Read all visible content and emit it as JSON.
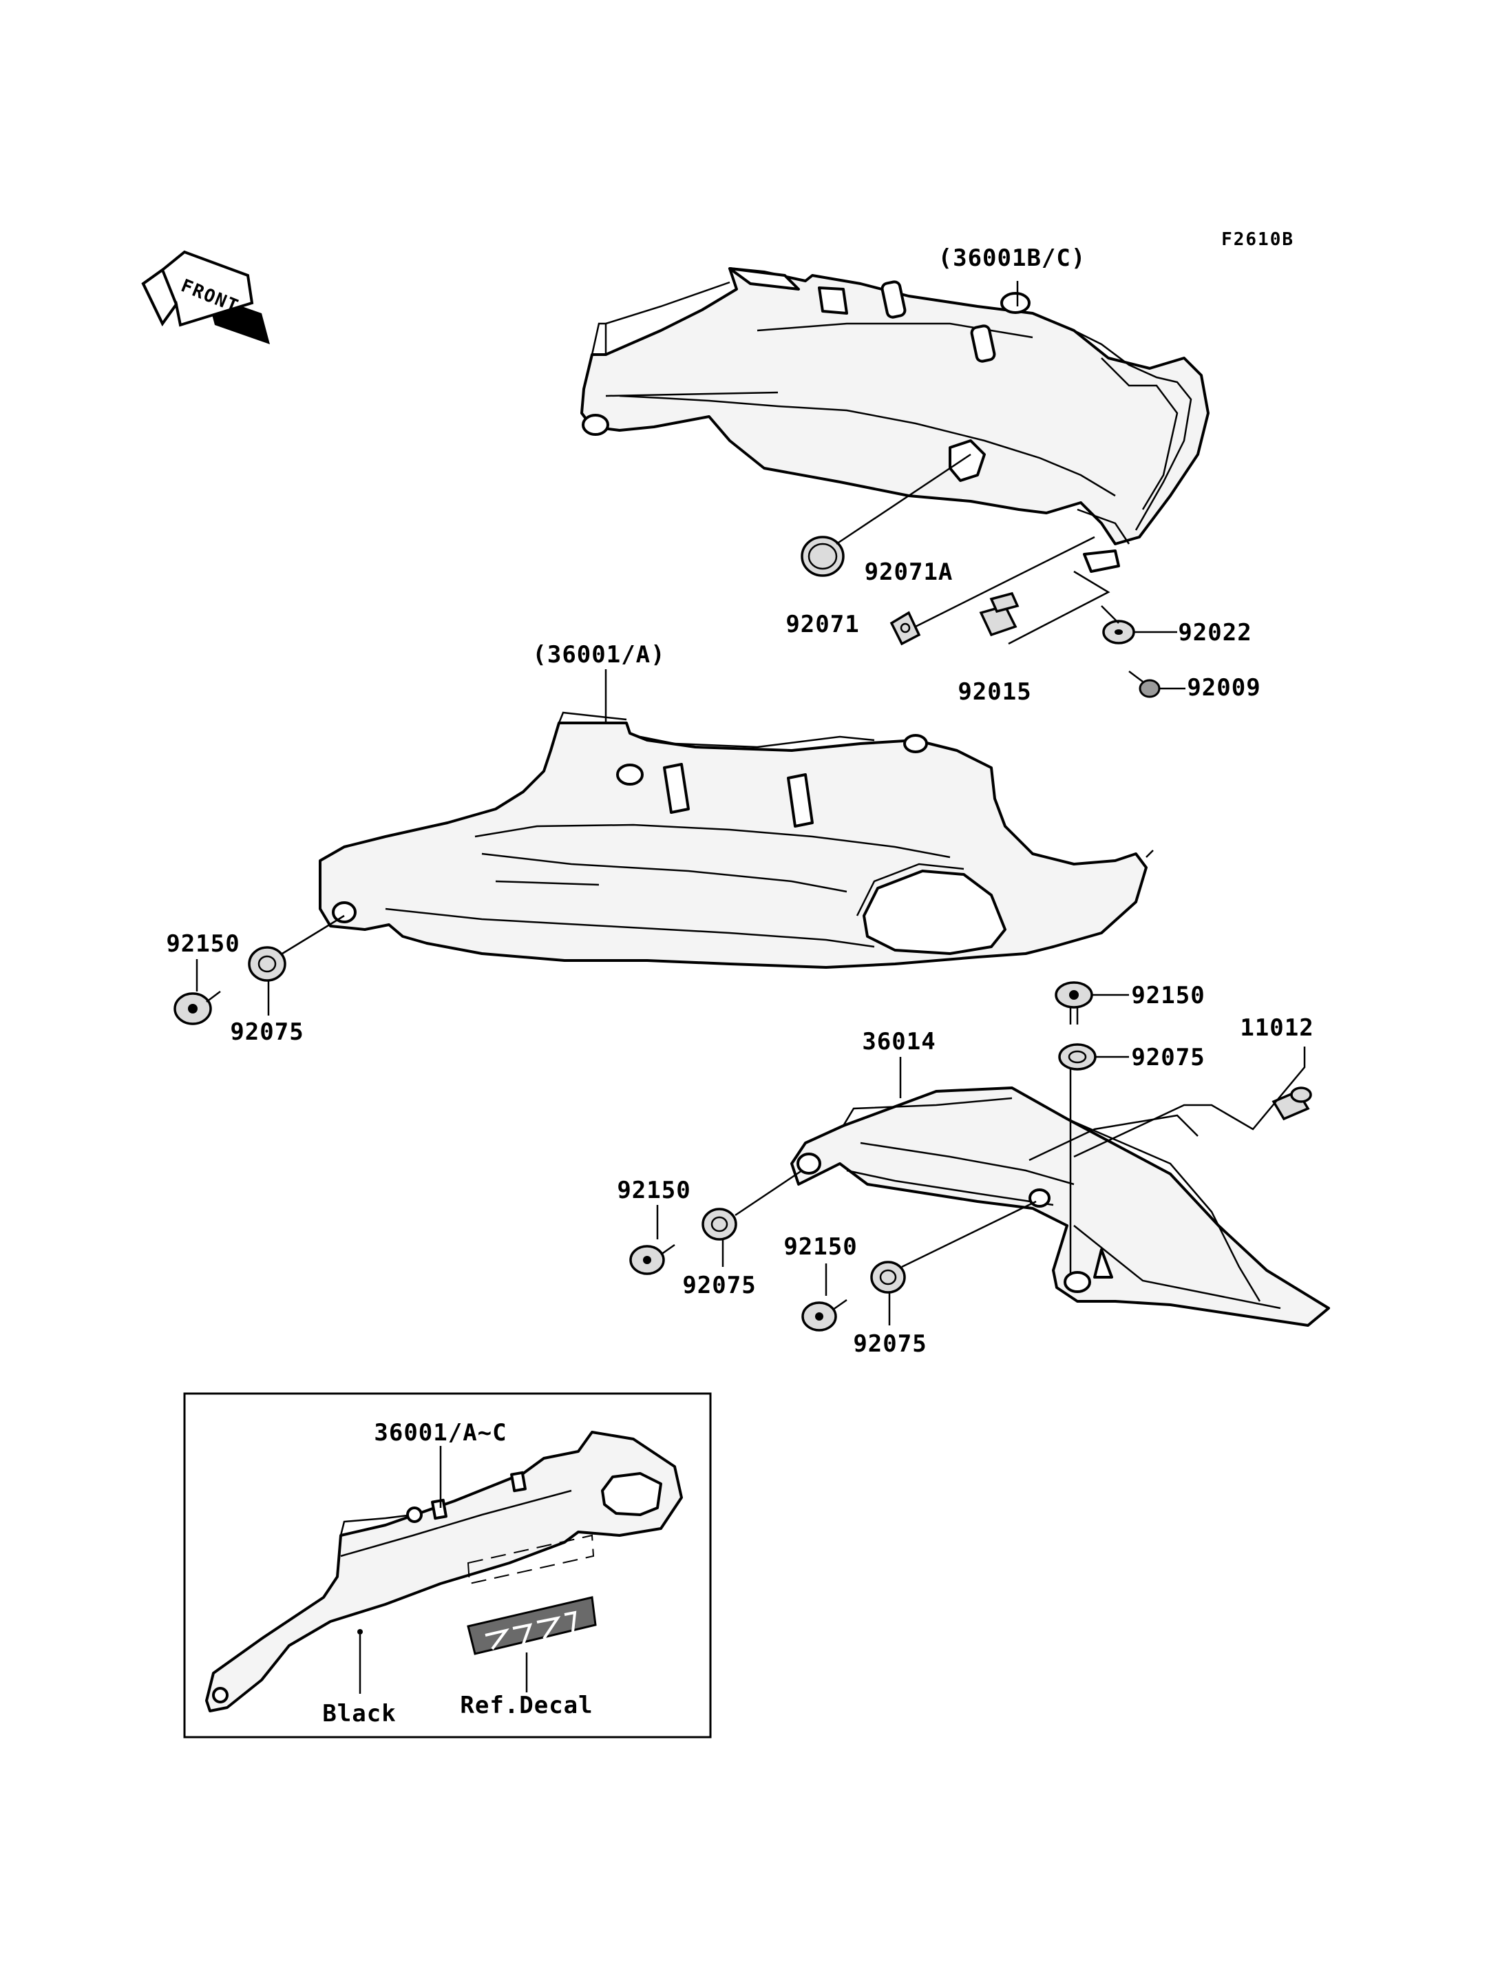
{
  "figure_code": "F2610B",
  "direction_arrow": "FRONT",
  "inset": {
    "part_label": "36001/A~C",
    "color_note": "Black",
    "decal_note": "Ref.Decal"
  },
  "callouts": [
    {
      "id": "c-36001bc",
      "text": "(36001B/C)"
    },
    {
      "id": "c-92071a",
      "text": "92071A"
    },
    {
      "id": "c-92071",
      "text": "92071"
    },
    {
      "id": "c-92022",
      "text": "92022"
    },
    {
      "id": "c-92015",
      "text": "92015"
    },
    {
      "id": "c-92009",
      "text": "92009"
    },
    {
      "id": "c-36001a",
      "text": "(36001/A)"
    },
    {
      "id": "c-92150-left",
      "text": "92150"
    },
    {
      "id": "c-92075-left",
      "text": "92075"
    },
    {
      "id": "c-92150-right",
      "text": "92150"
    },
    {
      "id": "c-92075-right",
      "text": "92075"
    },
    {
      "id": "c-11012",
      "text": "11012"
    },
    {
      "id": "c-36014",
      "text": "36014"
    },
    {
      "id": "c-92150-mid",
      "text": "92150"
    },
    {
      "id": "c-92075-mid",
      "text": "92075"
    },
    {
      "id": "c-92150-low",
      "text": "92150"
    },
    {
      "id": "c-92075-low",
      "text": "92075"
    }
  ]
}
